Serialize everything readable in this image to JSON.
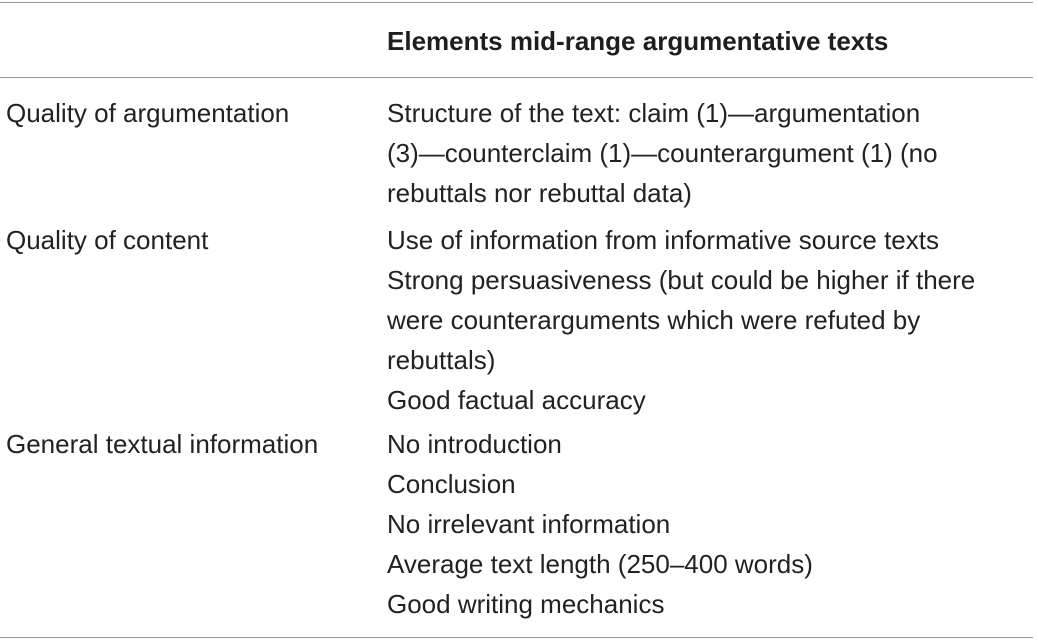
{
  "header": {
    "column_title": "Elements mid-range argumentative texts"
  },
  "rows": [
    {
      "label": "Quality of argumentation",
      "lines": [
        "Structure of the text: claim (1)—argumentation",
        "(3)—counterclaim (1)—counterargument (1) (no",
        "rebuttals nor rebuttal data)"
      ]
    },
    {
      "label": "Quality of content",
      "lines": [
        "Use of information from informative source texts",
        "Strong persuasiveness (but could be higher if there",
        "were counterarguments which were refuted by",
        "rebuttals)",
        "Good factual accuracy"
      ]
    },
    {
      "label": "General textual information",
      "lines": [
        "No introduction",
        "Conclusion",
        "No irrelevant information",
        "Average text length (250–400 words)",
        "Good writing mechanics"
      ]
    }
  ]
}
